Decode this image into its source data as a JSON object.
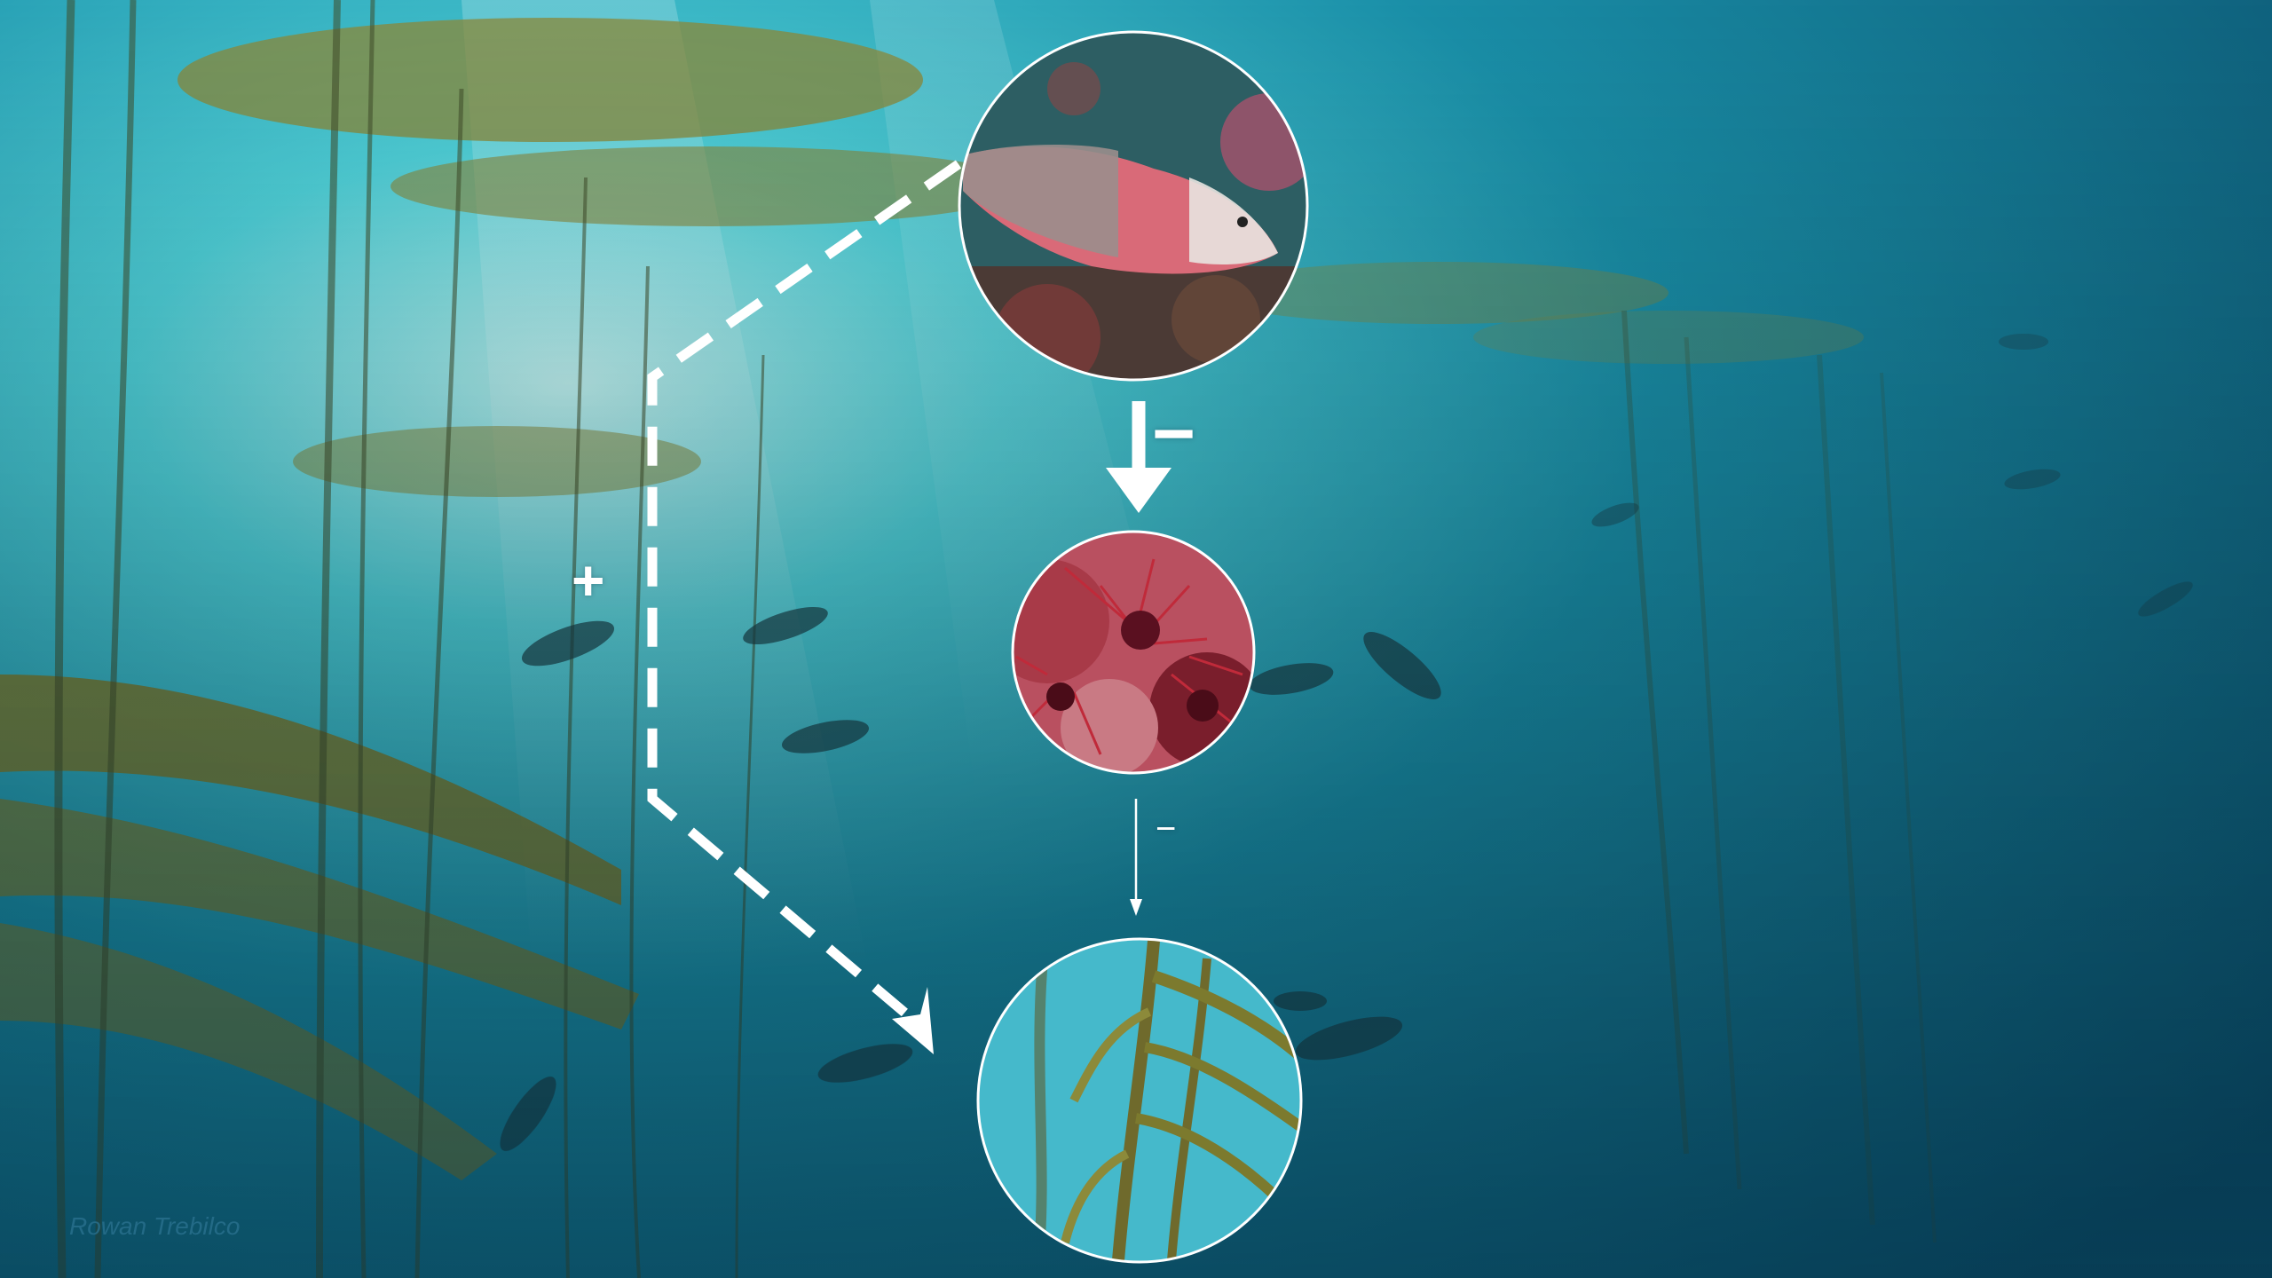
{
  "diagram": {
    "nodes": [
      {
        "id": "sheephead",
        "icon": "sheephead-fish-photo"
      },
      {
        "id": "urchin",
        "icon": "sea-urchin-photo"
      },
      {
        "id": "kelp",
        "icon": "kelp-photo"
      }
    ],
    "edges": [
      {
        "from": "sheephead",
        "to": "urchin",
        "style": "solid-bold",
        "sign": "−"
      },
      {
        "from": "urchin",
        "to": "kelp",
        "style": "solid-thin",
        "sign": "−"
      },
      {
        "from": "sheephead",
        "to": "kelp",
        "style": "dashed",
        "sign": "+"
      }
    ]
  },
  "credit": "Rowan Trebilco",
  "colors": {
    "water_light": "#4fd0d8",
    "water_mid": "#1a8fa8",
    "water_deep": "#0b4f6c",
    "kelp": "#8c8a3a",
    "arrow": "#ffffff"
  }
}
